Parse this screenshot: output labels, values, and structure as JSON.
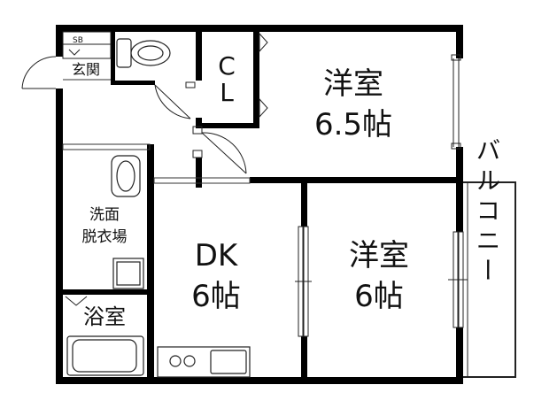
{
  "rooms": {
    "western_a": {
      "name": "洋室",
      "size": "6.5帖"
    },
    "western_b": {
      "name": "洋室",
      "size": "6帖"
    },
    "dk": {
      "name": "DK",
      "size": "6帖"
    },
    "closet": {
      "line1": "C",
      "line2": "L"
    },
    "washroom": {
      "line1": "洗面",
      "line2": "脱衣場"
    },
    "bath": {
      "name": "浴室"
    },
    "entrance": {
      "name": "玄関"
    },
    "shoe_box": {
      "name": "SB"
    },
    "balcony": {
      "name": "バルコニー"
    }
  },
  "colors": {
    "wall": "#000000",
    "background": "#ffffff",
    "line": "#222222"
  }
}
